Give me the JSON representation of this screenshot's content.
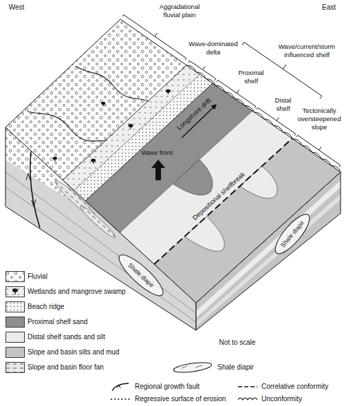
{
  "diagram": {
    "labels": [
      "West",
      "East",
      "Aggradational fluvial plain",
      "Wave-dominated delta",
      "Wave/current/storm influenced shelf",
      "Proximal shelf",
      "Distal shelf",
      "Tectonically oversteepened slope",
      "Longshore drift",
      "Wave front",
      "Depositional shelfbreak",
      "Shale diapir",
      "Shale diapir",
      "Not to scale"
    ],
    "legend": [
      {
        "text": "Fluvial"
      },
      {
        "text": "Wetlands and mangrove swamp"
      },
      {
        "text": "Beach ridge"
      },
      {
        "text": "Proximal shelf sand",
        "color": "#8f8f8f"
      },
      {
        "text": "Distal shelf sands and silt",
        "color": "#ececec"
      },
      {
        "text": "Slope and basin silts and mud",
        "color": "#c4c4c4"
      },
      {
        "text": "Slope and basin floor fan"
      },
      {
        "text": "Shale diapir"
      },
      {
        "text": "Regional growth fault"
      },
      {
        "text": "Correlative conformity"
      },
      {
        "text": "Regressive surface of erosion"
      },
      {
        "text": "Unconformity"
      }
    ]
  }
}
